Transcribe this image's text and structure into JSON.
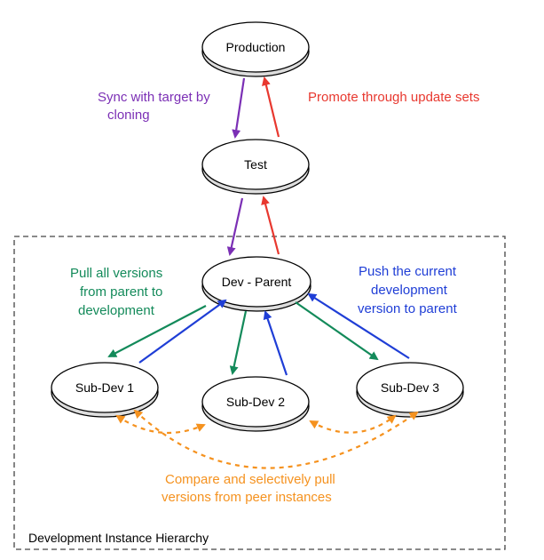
{
  "nodes": {
    "production": "Production",
    "test": "Test",
    "dev_parent": "Dev - Parent",
    "sub_dev_1": "Sub-Dev 1",
    "sub_dev_2": "Sub-Dev 2",
    "sub_dev_3": "Sub-Dev 3"
  },
  "labels": {
    "sync_line1": "Sync with target by",
    "sync_line2": "cloning",
    "promote": "Promote through update sets",
    "pull_line1": "Pull all versions",
    "pull_line2": "from parent to",
    "pull_line3": "development",
    "push_line1": "Push the current",
    "push_line2": "development",
    "push_line3": "version to parent",
    "compare_line1": "Compare and selectively pull",
    "compare_line2": "versions from peer instances",
    "hierarchy": "Development Instance Hierarchy"
  },
  "colors": {
    "sync": "#7b2fb5",
    "promote": "#e8382f",
    "pull": "#138a5a",
    "push": "#1f3ed6",
    "compare": "#f5921f"
  }
}
